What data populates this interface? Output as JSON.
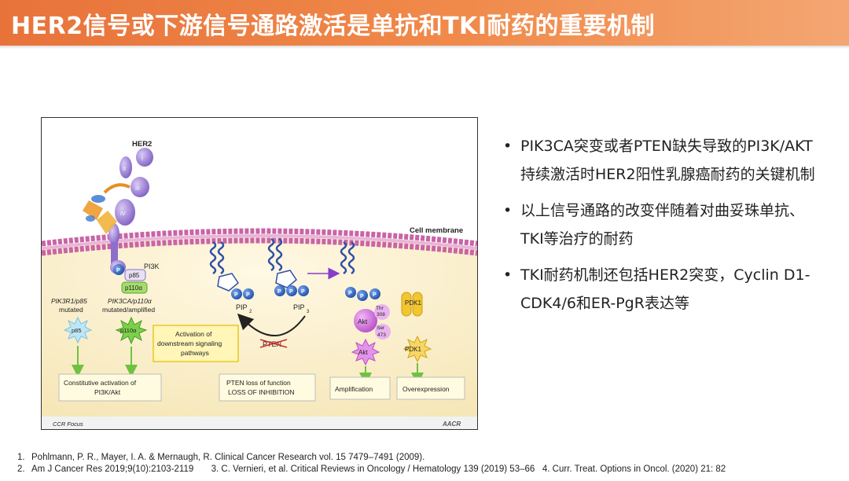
{
  "title": "HER2信号或下游信号通路激活是单抗和TKI耐药的重要机制",
  "figure": {
    "her2_label": "HER2",
    "domains": [
      "I",
      "II",
      "III",
      "IV"
    ],
    "cell_membrane": "Cell membrane",
    "pi3k": "PI3K",
    "p85": "p85",
    "p110a": "p110α",
    "p_mark": "P",
    "pip2": "PIP",
    "pip2_sub": "2",
    "pip3": "PIP",
    "pip3_sub": "3",
    "pten": "PTEN",
    "akt": "Akt",
    "thr": "Thr",
    "thr_num": "308",
    "ser": "Ser",
    "ser_num": "473",
    "pdk1": "PDK1",
    "pik3r1_line1": "PIK3R1/p85",
    "pik3r1_line2": "mutated",
    "pik3ca_line1": "PIK3CA/p110α",
    "pik3ca_line2": "mutated/amplified",
    "activation_line1": "Activation of",
    "activation_line2": "downstream signaling",
    "activation_line3": "pathways",
    "box_constitutive_line1": "Constitutive activation of",
    "box_constitutive_line2": "PI3K/Akt",
    "box_pten_line1": "PTEN loss of function",
    "box_pten_line2": "LOSS OF INHIBITION",
    "box_amplification": "Amplification",
    "box_overexpression": "Overexpression",
    "footer_left": "CCR Focus",
    "footer_right": "AACR"
  },
  "bullets": [
    "PIK3CA突变或者PTEN缺失导致的PI3K/AKT持续激活时HER2阳性乳腺癌耐药的关键机制",
    "以上信号通路的改变伴随着对曲妥珠单抗、TKI等治疗的耐药",
    "TKI耐药机制还包括HER2突变，Cyclin D1-CDK4/6和ER-PgR表达等"
  ],
  "references": {
    "ref1_num": "1.",
    "ref1": "Pohlmann, P. R., Mayer, I. A. & Mernaugh, R. Clinical Cancer Research vol. 15 7479–7491 (2009).",
    "ref2_num": "2.",
    "ref2": "Am J Cancer Res 2019;9(10):2103-2119",
    "ref3": "3. C. Vernieri, et al. Critical Reviews in Oncology / Hematology 139 (2019) 53–66",
    "ref4": "4. Curr. Treat. Options in Oncol. (2020) 21: 82"
  },
  "colors": {
    "title_bar": "#F08A4B",
    "membrane": "#C964A6",
    "receptor": "#9A7FD1",
    "cytoplasm": "#FBF2D5",
    "akt": "#D77BE0",
    "p_circle": "#2F68C4",
    "green_star": "#6FC23F",
    "pdk1": "#F2C531",
    "box_fill": "#FFFBE0"
  }
}
